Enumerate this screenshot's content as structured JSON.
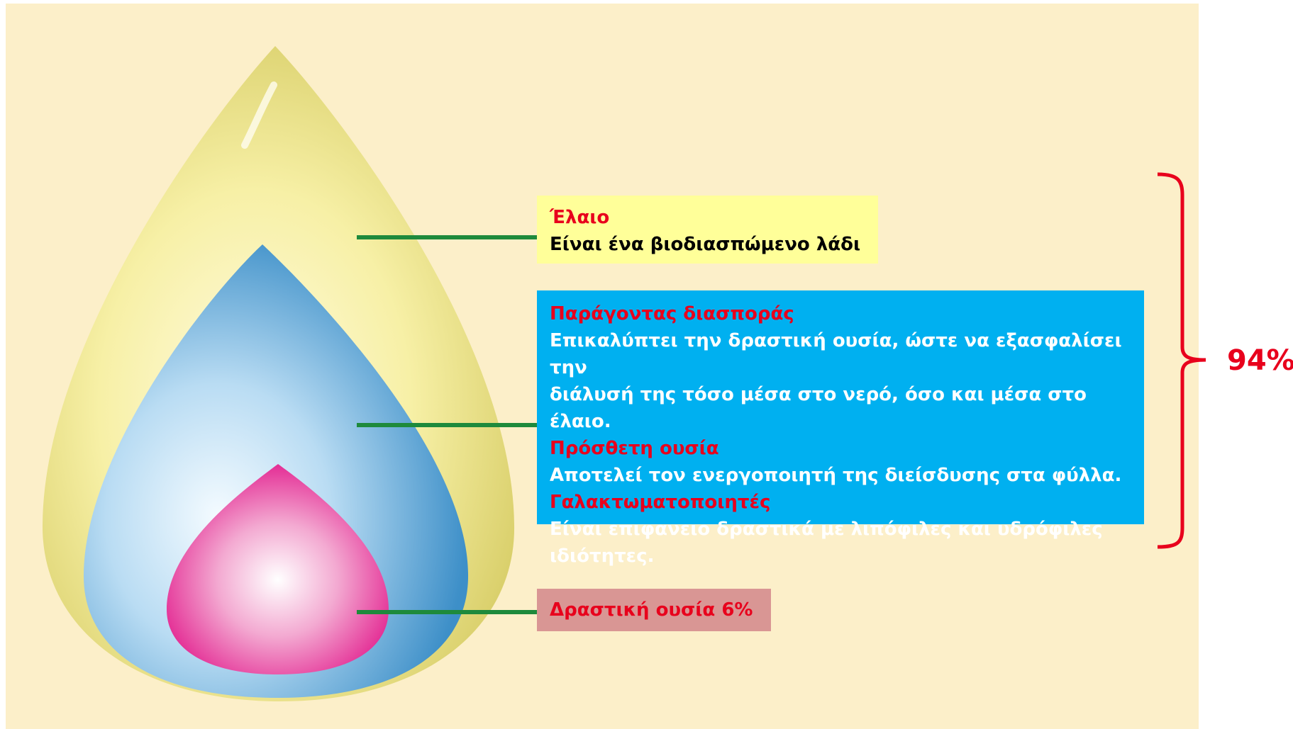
{
  "labels": {
    "oil": {
      "title": "Έλαιο",
      "text": "Είναι ένα βιοδιασπώμενο λάδι"
    },
    "dispersion": {
      "title": "Παράγοντας διασποράς",
      "line1": "Επικαλύπτει την δραστική ουσία, ώστε να εξασφαλίσει την",
      "line2": "διάλυσή της τόσο μέσα στο νερό, όσο και μέσα στο έλαιο."
    },
    "additive": {
      "title": "Πρόσθετη ουσία",
      "text": "Αποτελεί τον ενεργοποιητή της διείσδυσης στα φύλλα."
    },
    "emulsifiers": {
      "title": "Γαλακτωματοποιητές",
      "line1": "Είναι επιφανειο δραστικά με λιπόφιλες και υδρόφιλες",
      "line2": "ιδιότητες."
    },
    "active": {
      "title": "Δραστική ουσία 6%"
    }
  },
  "bracket": {
    "percent": "94%"
  },
  "colors": {
    "background": "#fcefc9",
    "oil_layer": "#f2ea8c",
    "blue_layer": "#4aa3d9",
    "pink_layer": "#e63aa0",
    "connector": "#1e8a3c",
    "red_text": "#e8001c",
    "oil_box": "#ffff99",
    "middle_box": "#00b0f0",
    "active_box": "#d99694"
  }
}
